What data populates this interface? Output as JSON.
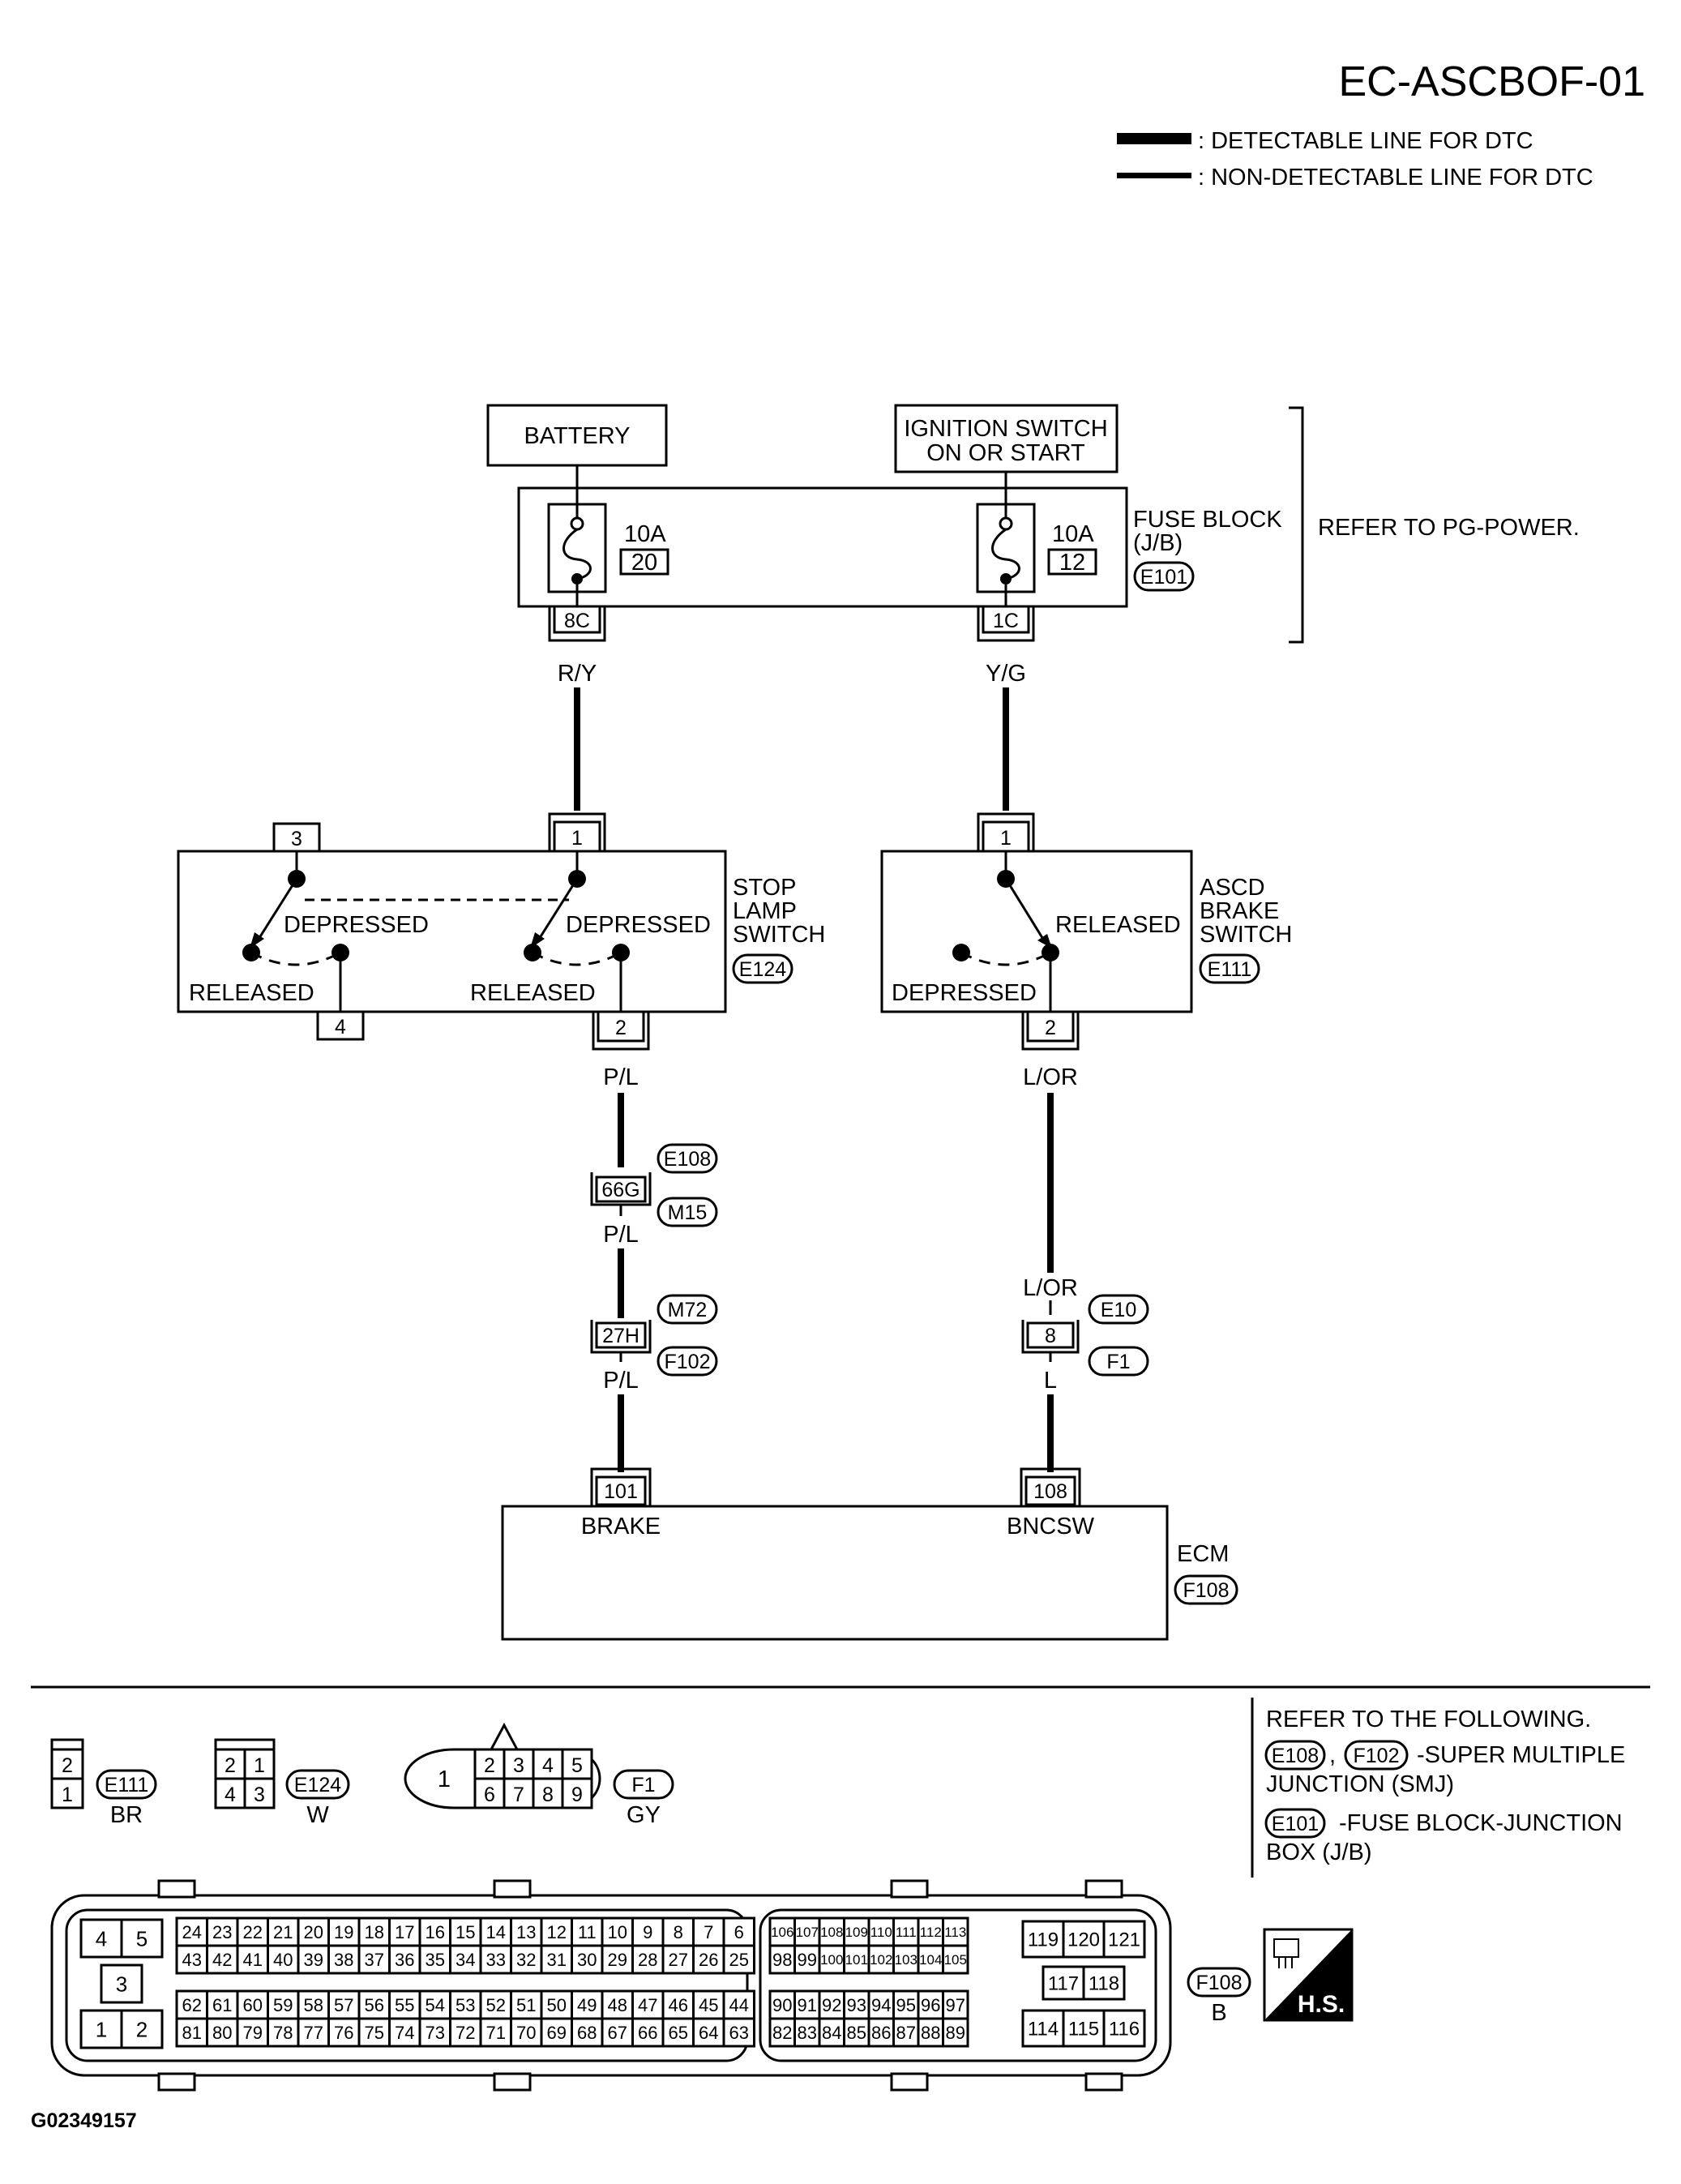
{
  "title": "EC-ASCBOF-01",
  "legend": {
    "detectable": ": DETECTABLE LINE FOR DTC",
    "non_detectable": ": NON-DETECTABLE LINE FOR DTC"
  },
  "power": {
    "battery": "BATTERY",
    "ignition_line1": "IGNITION SWITCH",
    "ignition_line2": "ON OR START",
    "refer": "REFER TO PG-POWER."
  },
  "fuse_block": {
    "label_line1": "FUSE BLOCK",
    "label_line2": "(J/B)",
    "connector": "E101",
    "fuse_left": {
      "amps": "10A",
      "number": "20",
      "terminal": "8C",
      "wire": "R/Y"
    },
    "fuse_right": {
      "amps": "10A",
      "number": "12",
      "terminal": "1C",
      "wire": "Y/G"
    }
  },
  "stop_lamp_switch": {
    "label_line1": "STOP",
    "label_line2": "LAMP",
    "label_line3": "SWITCH",
    "connector": "E124",
    "term_3": "3",
    "term_1": "1",
    "term_4": "4",
    "term_2": "2",
    "depressed_left": "DEPRESSED",
    "depressed_right": "DEPRESSED",
    "released_left": "RELEASED",
    "released_right": "RELEASED",
    "wire_out": "P/L"
  },
  "ascd_brake_switch": {
    "label_line1": "ASCD",
    "label_line2": "BRAKE",
    "label_line3": "SWITCH",
    "connector": "E111",
    "term_1": "1",
    "term_2": "2",
    "released": "RELEASED",
    "depressed": "DEPRESSED",
    "wire_out": "L/OR"
  },
  "left_path": {
    "conn_a_top": "E108",
    "conn_a_term": "66G",
    "conn_a_bottom": "M15",
    "wire_mid": "P/L",
    "conn_b_top": "M72",
    "conn_b_term": "27H",
    "conn_b_bottom": "F102",
    "wire_low": "P/L"
  },
  "right_path": {
    "wire_mid": "L/OR",
    "conn_top": "E10",
    "conn_term": "8",
    "conn_bottom": "F1",
    "wire_low": "L"
  },
  "ecm": {
    "label": "ECM",
    "connector": "F108",
    "term_left": "101",
    "term_left_name": "BRAKE",
    "term_right": "108",
    "term_right_name": "BNCSW"
  },
  "connector_views": {
    "e111": {
      "id": "E111",
      "color": "BR",
      "pins": [
        "2",
        "1"
      ]
    },
    "e124": {
      "id": "E124",
      "color": "W",
      "pins": [
        "2",
        "1",
        "4",
        "3"
      ]
    },
    "f1": {
      "id": "F1",
      "color": "GY",
      "pins": [
        "1",
        "2",
        "3",
        "4",
        "5",
        "6",
        "7",
        "8",
        "9"
      ]
    },
    "f108": {
      "id": "F108",
      "color": "B",
      "left_block": [
        "4",
        "5",
        "3",
        "1",
        "2"
      ],
      "row1": [
        "24",
        "23",
        "22",
        "21",
        "20",
        "19",
        "18",
        "17",
        "16",
        "15",
        "14",
        "13",
        "12",
        "11",
        "10",
        "9",
        "8",
        "7",
        "6"
      ],
      "row2": [
        "43",
        "42",
        "41",
        "40",
        "39",
        "38",
        "37",
        "36",
        "35",
        "34",
        "33",
        "32",
        "31",
        "30",
        "29",
        "28",
        "27",
        "26",
        "25"
      ],
      "row3": [
        "62",
        "61",
        "60",
        "59",
        "58",
        "57",
        "56",
        "55",
        "54",
        "53",
        "52",
        "51",
        "50",
        "49",
        "48",
        "47",
        "46",
        "45",
        "44"
      ],
      "row4": [
        "81",
        "80",
        "79",
        "78",
        "77",
        "76",
        "75",
        "74",
        "73",
        "72",
        "71",
        "70",
        "69",
        "68",
        "67",
        "66",
        "65",
        "64",
        "63"
      ],
      "mid_row1": [
        "106",
        "107",
        "108",
        "109",
        "110",
        "111",
        "112",
        "113"
      ],
      "mid_row2": [
        "98",
        "99",
        "100",
        "101",
        "102",
        "103",
        "104",
        "105"
      ],
      "mid_row3": [
        "90",
        "91",
        "92",
        "93",
        "94",
        "95",
        "96",
        "97"
      ],
      "mid_row4": [
        "82",
        "83",
        "84",
        "85",
        "86",
        "87",
        "88",
        "89"
      ],
      "right_top": [
        "119",
        "120",
        "121"
      ],
      "right_mid": [
        "117",
        "118"
      ],
      "right_bot": [
        "114",
        "115",
        "116"
      ]
    }
  },
  "refer_note": {
    "line1": "REFER TO THE FOLLOWING.",
    "conn_a": "E108",
    "comma": ",",
    "conn_b": "F102",
    "desc_a1": "-SUPER MULTIPLE",
    "desc_a2": "JUNCTION (SMJ)",
    "conn_c": "E101",
    "desc_c1": "-FUSE BLOCK-JUNCTION",
    "desc_c2": "BOX (J/B)"
  },
  "hs_label": "H.S.",
  "image_id": "G02349157"
}
